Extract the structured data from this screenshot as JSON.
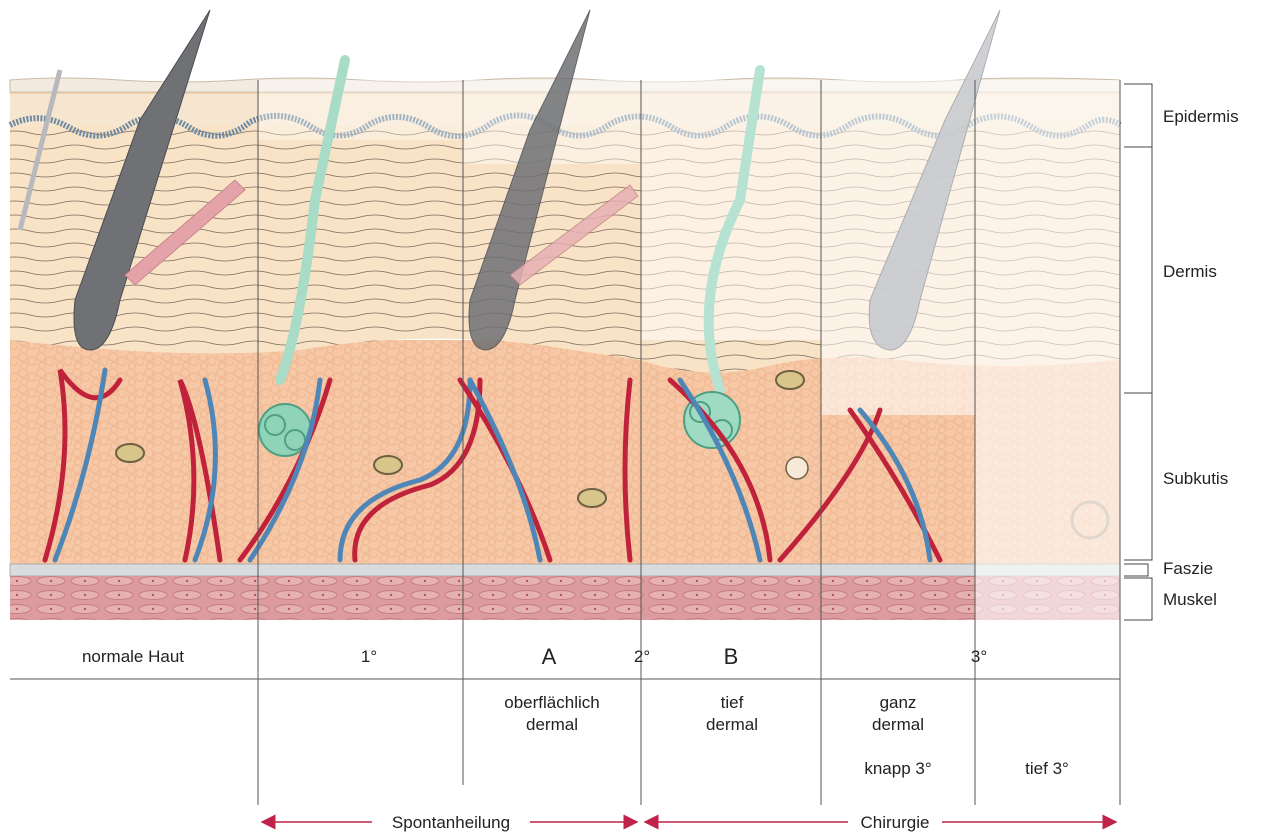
{
  "layers": [
    {
      "key": "epidermis",
      "label": "Epidermis"
    },
    {
      "key": "dermis",
      "label": "Dermis"
    },
    {
      "key": "subkutis",
      "label": "Subkutis"
    },
    {
      "key": "faszie",
      "label": "Faszie"
    },
    {
      "key": "muskel",
      "label": "Muskel"
    }
  ],
  "degrees": {
    "normal": "normale Haut",
    "first": "1°",
    "a": "A",
    "second": "2°",
    "b": "B",
    "third": "3°"
  },
  "depths": {
    "superficial_line1": "oberflächlich",
    "superficial_line2": "dermal",
    "deep_line1": "tief",
    "deep_line2": "dermal",
    "full_line1": "ganz",
    "full_line2": "dermal",
    "near3": "knapp 3°",
    "deep3": "tief 3°"
  },
  "treatment": {
    "spontaneous": "Spontanheilung",
    "surgery": "Chirurgie"
  },
  "colors": {
    "epidermis": "#f6e7d3",
    "dermis": "#f8e2c6",
    "subcutis": "#f6c9a8",
    "fascia": "#d9dadc",
    "muscle": "#d99a9c",
    "artery": "#c0223b",
    "vein": "#4f86b8",
    "sweat_gland": "#8fd3b8",
    "hair": "#6f7175",
    "arrow": "#c0224a"
  }
}
